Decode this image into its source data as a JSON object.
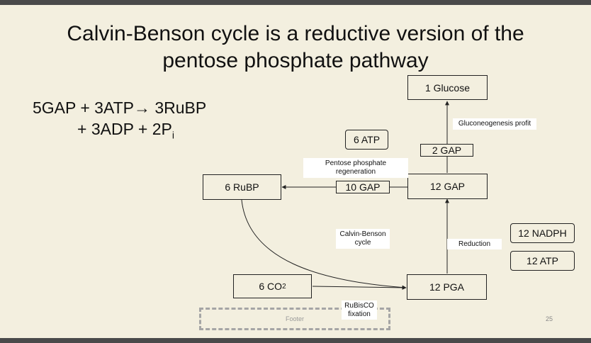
{
  "title": {
    "line1": "Calvin-Benson cycle is a reductive version of the",
    "line2": "pentose phosphate pathway"
  },
  "equation": {
    "line1": "5GAP + 3ATP→ 3RuBP",
    "line2_main": "+ 3ADP + 2P",
    "line2_sub": "i"
  },
  "nodes": {
    "glucose": "1 Glucose",
    "gap_2": "2 GAP",
    "gap_12": "12 GAP",
    "gap_10": "10 GAP",
    "rubp_6": "6 RuBP",
    "pga_12": "12 PGA",
    "co2_6_main": "6 CO",
    "co2_6_sub": "2",
    "atp_6": "6 ATP",
    "nadph_12": "12 NADPH",
    "atp_12": "12 ATP"
  },
  "labels": {
    "gluconeogenesis": "Gluconeogenesis profit",
    "pentose_line1": "Pentose phosphate",
    "pentose_line2": "regeneration",
    "calvin_line1": "Calvin-Benson",
    "calvin_line2": "cycle",
    "reduction": "Reduction",
    "rubisco_line1": "RuBisCO",
    "rubisco_line2": "fixation"
  },
  "footer": {
    "text": "Footer",
    "page_number": "25"
  }
}
